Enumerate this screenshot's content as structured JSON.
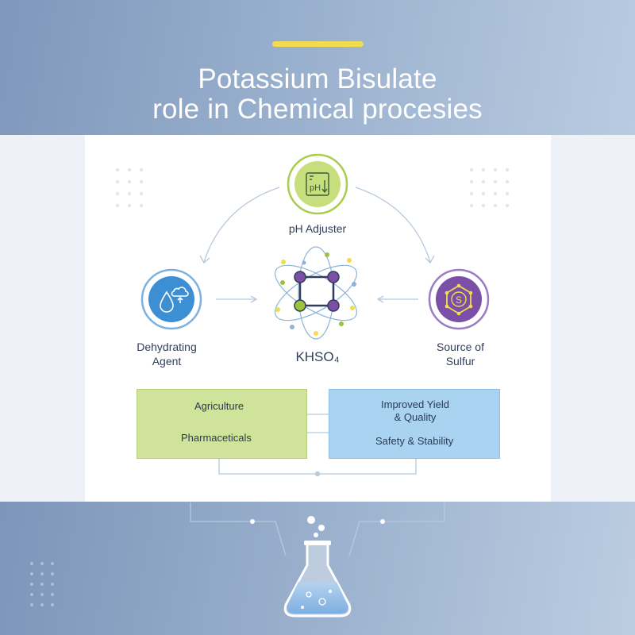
{
  "header": {
    "title_line1": "Potassium Bisulate",
    "title_line2": "role in Chemical procesies"
  },
  "center": {
    "compound": "KHSO₄"
  },
  "nodes": {
    "top": {
      "label": "pH Adjuster",
      "icon": "ph-meter-icon",
      "icon_text": "pH"
    },
    "left": {
      "label_line1": "Dehydrating",
      "label_line2": "Agent",
      "icon": "water-drop-icon"
    },
    "right": {
      "label_line1": "Source of",
      "label_line2": "Sulfur",
      "icon": "sulfur-icon",
      "icon_text": "S"
    }
  },
  "applications": {
    "green_box": {
      "item1": "Agriculture",
      "item2": "Pharmaceticals"
    },
    "blue_box": {
      "item1_line1": "Improved Yield",
      "item1_line2": "& Quality",
      "item2": "Safety & Stability"
    }
  },
  "colors": {
    "accent": "#f2dc4d",
    "green": "#9cc23f",
    "blue": "#3b8fd1",
    "purple": "#7b4fa6"
  }
}
